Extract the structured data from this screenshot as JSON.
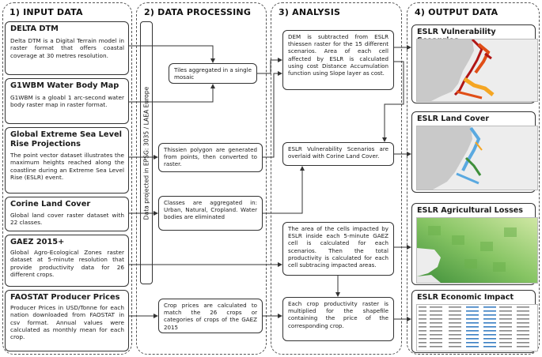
{
  "columns": {
    "input": "1) INPUT DATA",
    "processing": "2) DATA PROCESSING",
    "analysis": "3) ANALYSIS",
    "output": "4) OUTPUT DATA"
  },
  "inputs": [
    {
      "title": "DELTA DTM",
      "text": "Delta DTM is a Digital Terrain model in raster format that offers coastal coverage at 30 metres resolution."
    },
    {
      "title": "G1WBM Water Body Map",
      "text": "G1WBM is a gloabl 1 arc-second water body raster map in raster format."
    },
    {
      "title": "Global Extreme Sea Level Rise Projections",
      "text": "The point vector dataset illustrates the maximum heights reached along the coastline during an Extreme Sea Level Rise (ESLR) event."
    },
    {
      "title": "Corine Land Cover",
      "text": "Global land cover raster dataset with 22 classes."
    },
    {
      "title": "GAEZ 2015+",
      "text": "Global Agro-Ecological Zones raster dataset at 5-minute resolution that provide productivity data for 26 different crops."
    },
    {
      "title": "FAOSTAT Producer Prices",
      "text": "Producer Prices in USD/Tonne for each nation downloaded from FAOSTAT in csv format. Annual values were calculated as monthly mean for each crop."
    }
  ],
  "processing": {
    "projection": "Data projected in EPSG: 3035 / LAEA Europe",
    "steps": [
      "Tiles aggregated in a single mosaic",
      "Thissien polygon are generated from points, then converted to raster.",
      "Classes are aggregated in: Urban, Natural, Cropland. Water bodies are eliminated",
      "Crop prices are calculated to match the 26 crops or categories of crops of the GAEZ 2015"
    ]
  },
  "analysis": [
    "DEM is subtracted from ESLR thiessen raster for the 15 different scenarios. Area of each cell affected by ESLR is calculated using cost Distance Accumulation function using Slope layer as cost.",
    "ESLR Vulnerability Scenarios are overlaid with Corine Land Cover.",
    "The area of the cells impacted by ESLR inside each 5-minute GAEZ cell is calculated for each scenarios. Then the total productivity is calculated for each cell subtracing impacted areas.",
    "Each crop productivity raster is multiplied for the shapefile containing the price of the corresponding crop."
  ],
  "outputs": [
    {
      "title": "ESLR Vulnerability Sceanrios"
    },
    {
      "title": "ESLR Land Cover"
    },
    {
      "title": "ESLR Agricultural Losses"
    },
    {
      "title": "ESLR Economic Impact"
    }
  ],
  "colors": {
    "land": "#c9c9c9",
    "sea": "#eeeeee",
    "vuln_high": "#b01515",
    "vuln_mid": "#e04e17",
    "vuln_low": "#f5a623",
    "landcover": "#5aa9e0",
    "agri_dark": "#3f8f3a",
    "agri_light": "#cfe7a3",
    "table_blue": "#3a7ec2"
  }
}
